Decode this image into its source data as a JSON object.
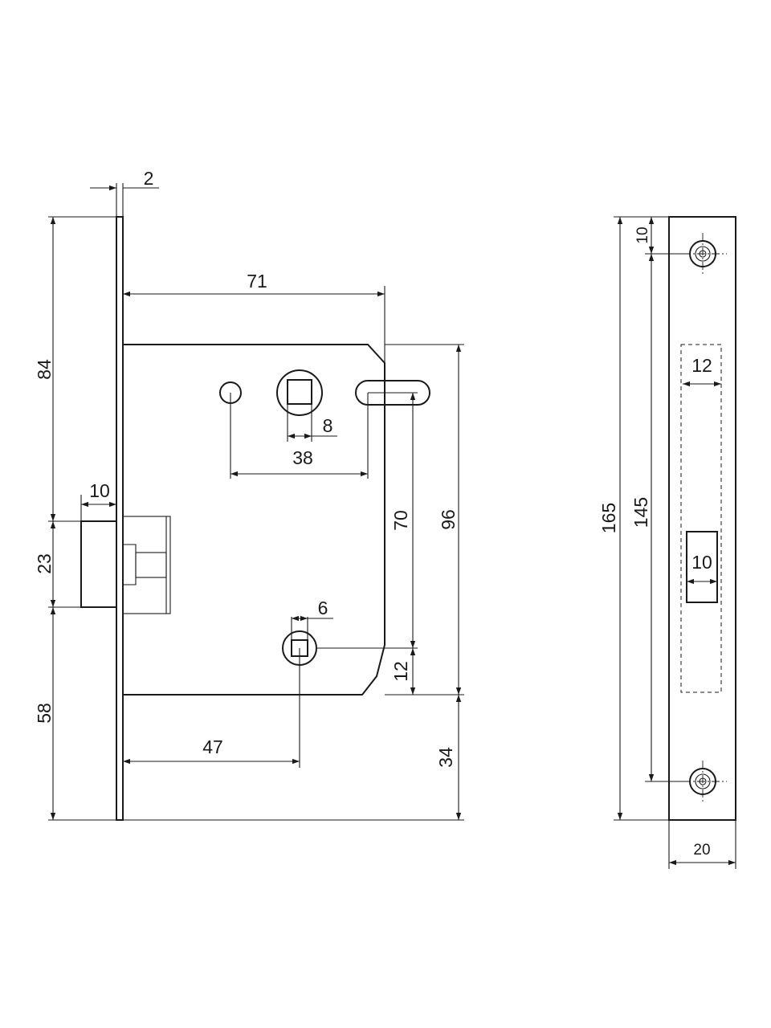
{
  "colors": {
    "line": "#1a1a1a",
    "background": "#ffffff"
  },
  "dimensions": {
    "faceplate_thickness": "2",
    "top_to_latch": "84",
    "case_depth": "71",
    "case_height": "96",
    "spindle_square": "8",
    "spindle_to_slot": "38",
    "latch_projection": "10",
    "latch_height": "23",
    "latch_to_bottom": "58",
    "spindle_centres": "70",
    "slot_to_case_bottom": "12",
    "thumbturn_square": "6",
    "backset": "47",
    "case_to_plate_bottom": "34",
    "plate_length": "165",
    "screw_centres": "145",
    "screw_offset": "10",
    "window_width": "12",
    "latch_window": "10",
    "plate_width": "20"
  }
}
